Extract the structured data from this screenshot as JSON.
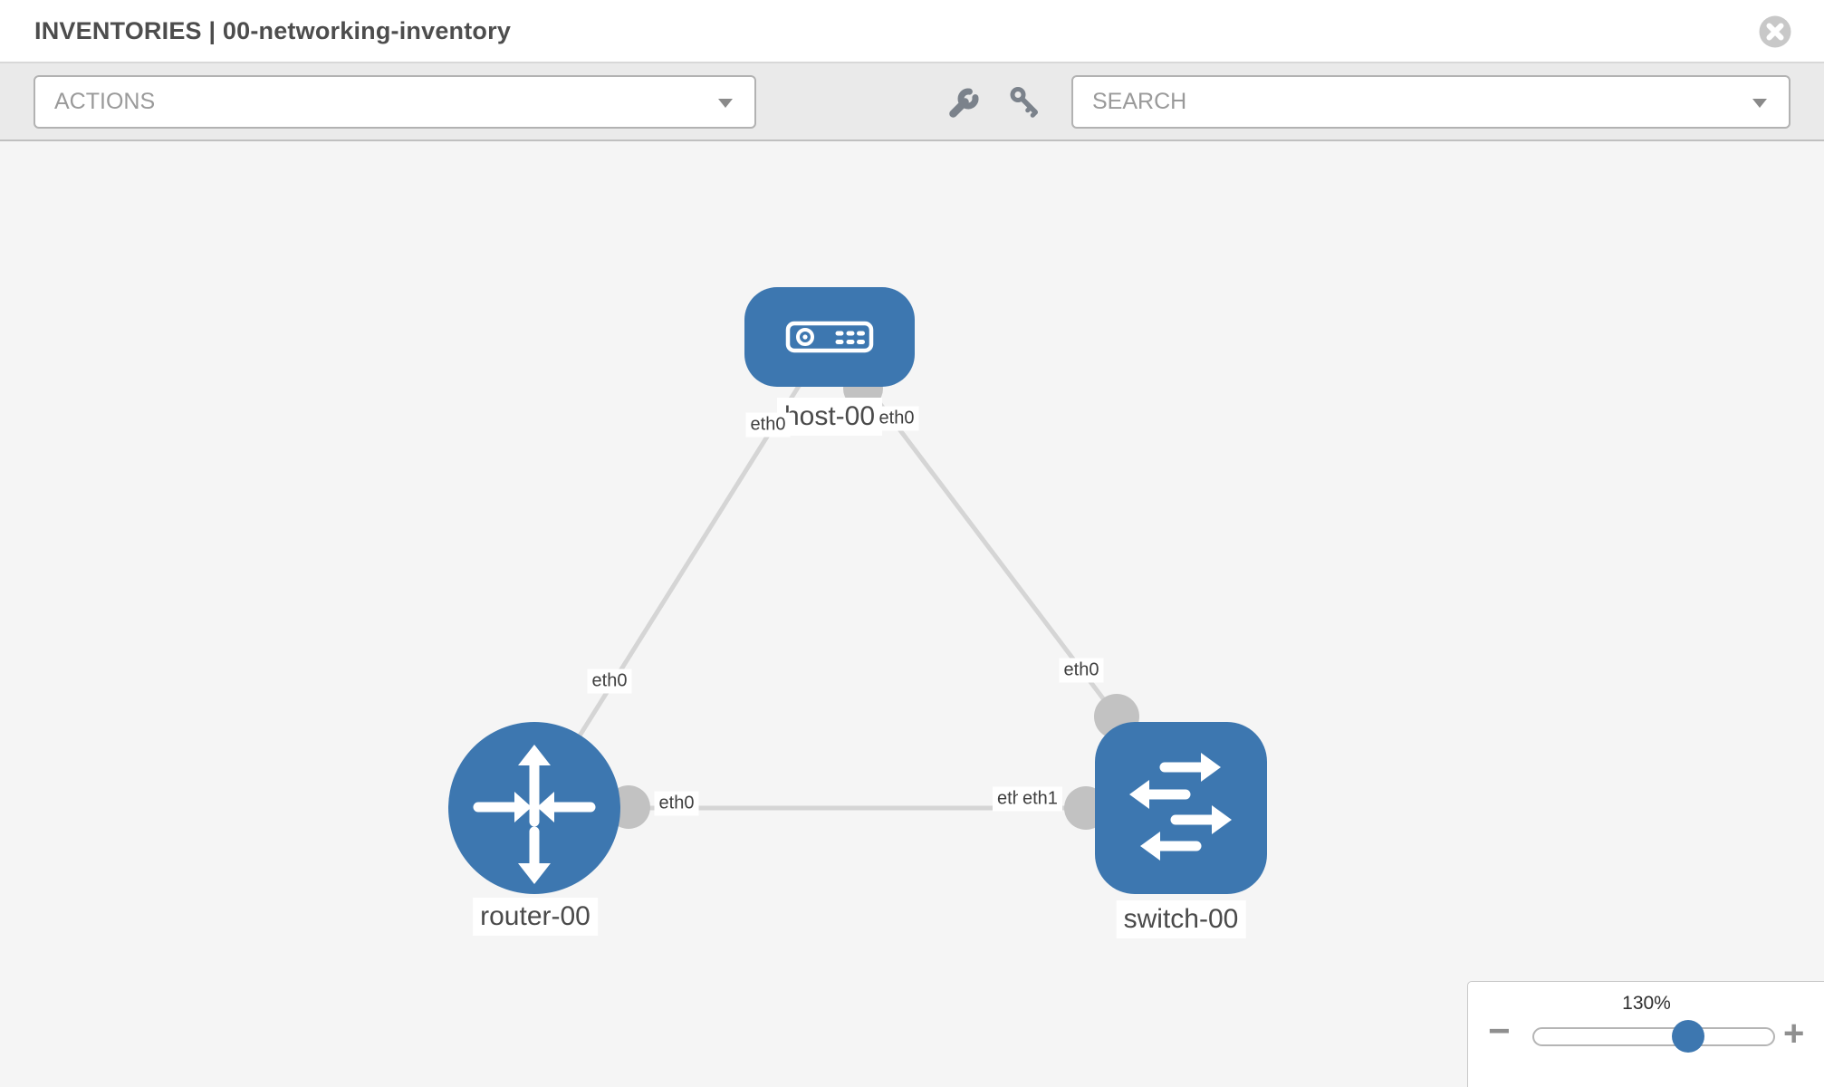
{
  "header": {
    "title": "INVENTORIES | 00-networking-inventory"
  },
  "toolbar": {
    "actions": "ACTIONS",
    "search": "SEARCH"
  },
  "topology": {
    "nodes": [
      {
        "label": "host-00",
        "type": "host"
      },
      {
        "label": "router-00",
        "type": "router"
      },
      {
        "label": "switch-00",
        "type": "switch"
      }
    ],
    "links": [
      {
        "from": "host-00",
        "to": "router-00",
        "from_interface": "eth0",
        "to_interface": "eth0"
      },
      {
        "from": "host-00",
        "to": "switch-00",
        "from_interface": "eth0",
        "to_interface": "eth0"
      },
      {
        "from": "router-00",
        "to": "switch-00",
        "from_interface": "eth0",
        "to_interface": "eth1"
      }
    ]
  },
  "interface_labels": {
    "host_to_router": "eth0",
    "router_to_host": "eth0",
    "host_to_switch": "eth0",
    "switch_to_host": "eth0",
    "router_to_switch": "eth0",
    "switch_to_router": "eth1",
    "switch_to_router_dup": "eth1"
  },
  "zoom_control": {
    "value": "130%",
    "zoom_out": "−",
    "zoom_in": "+"
  },
  "colors": {
    "node_blue": "#3d77b0",
    "link_gray": "#d5d5d5",
    "port_gray": "#c2c2c2",
    "toolbar_gray": "#eaeaea",
    "canvas_gray": "#f5f5f5"
  }
}
